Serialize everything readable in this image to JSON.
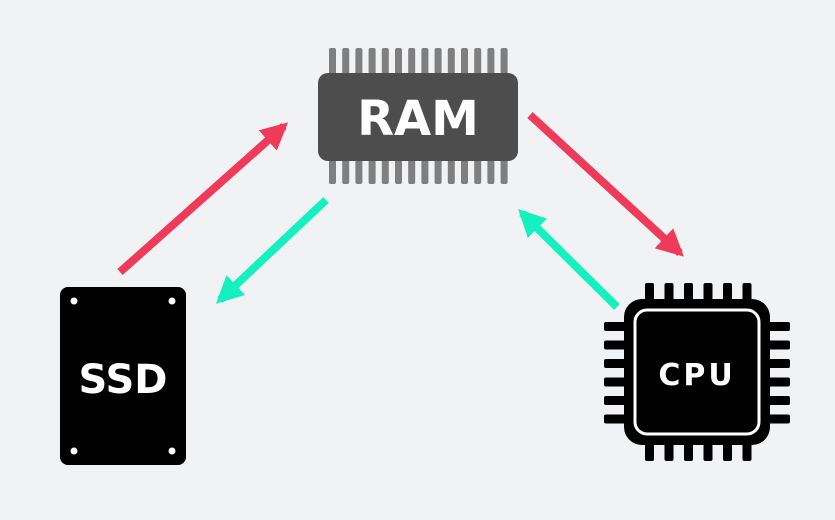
{
  "components": {
    "ram": {
      "label": "RAM"
    },
    "ssd": {
      "label": "SSD"
    },
    "cpu": {
      "label": "CPU"
    }
  },
  "colors": {
    "background": "#f0f2f3",
    "ram_body": "#4d4d4d",
    "ram_pins": "#7f7f7f",
    "device": "#000000",
    "device_text": "#ffffff",
    "arrow_red": "#f03a5a",
    "arrow_teal": "#14f0c0"
  },
  "arrows": [
    {
      "from": "ssd",
      "to": "ram",
      "color": "red"
    },
    {
      "from": "ram",
      "to": "cpu",
      "color": "red"
    },
    {
      "from": "ram",
      "to": "ssd",
      "color": "teal"
    },
    {
      "from": "cpu",
      "to": "ram",
      "color": "teal"
    }
  ]
}
